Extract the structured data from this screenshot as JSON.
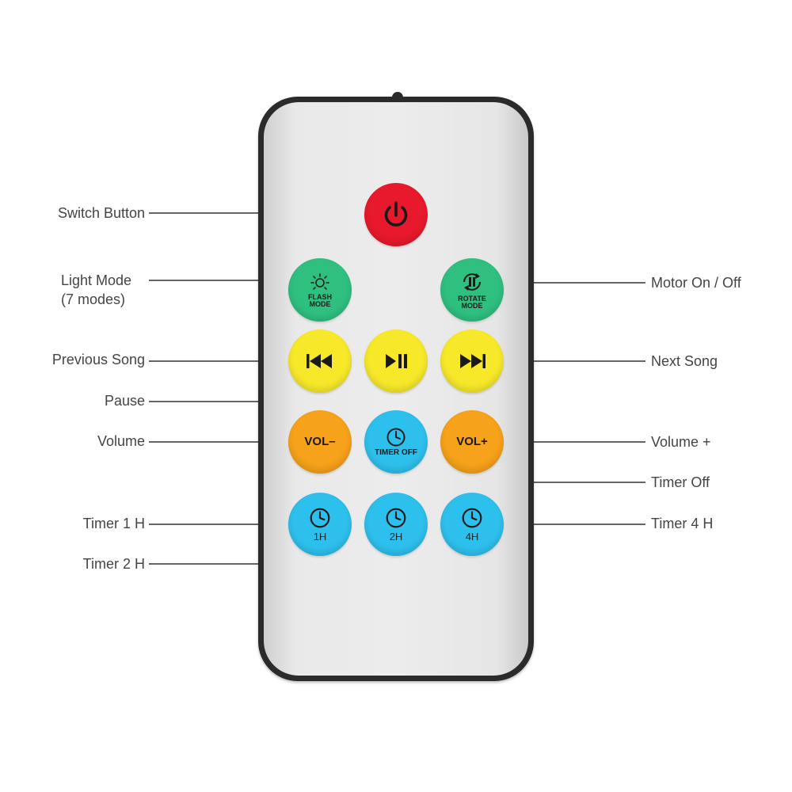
{
  "colors": {
    "red": "#e8192c",
    "green": "#2fc080",
    "yellow": "#f7e82a",
    "orange": "#f6a21a",
    "blue": "#2ec0ec",
    "leader": "#333333"
  },
  "buttons": {
    "power": {
      "icon": "power-icon"
    },
    "flash_mode": {
      "icon": "sun-icon",
      "label": "FLASH MODE"
    },
    "rotate_mode": {
      "icon": "rotate-pause-icon",
      "label": "ROTATE MODE"
    },
    "previous": {
      "icon": "skip-previous-icon"
    },
    "play_pause": {
      "icon": "play-pause-icon"
    },
    "next": {
      "icon": "skip-next-icon"
    },
    "vol_down": {
      "label": "VOL–"
    },
    "timer_off": {
      "icon": "clock-icon",
      "label": "TIMER OFF"
    },
    "vol_up": {
      "label": "VOL+"
    },
    "timer_1h": {
      "icon": "clock-icon",
      "label": "1H"
    },
    "timer_2h": {
      "icon": "clock-icon",
      "label": "2H"
    },
    "timer_4h": {
      "icon": "clock-icon",
      "label": "4H"
    }
  },
  "callouts": {
    "switch_button": "Switch Button",
    "light_mode": [
      "Light Mode",
      "(7 modes)"
    ],
    "previous_song": "Previous Song",
    "pause": "Pause",
    "volume_minus": "Volume",
    "timer_1h": "Timer 1 H",
    "timer_2h": "Timer 2 H",
    "motor": "Motor On / Off",
    "next_song": "Next Song",
    "volume_plus": "Volume +",
    "timer_off": "Timer Off",
    "timer_4h": "Timer 4 H"
  }
}
